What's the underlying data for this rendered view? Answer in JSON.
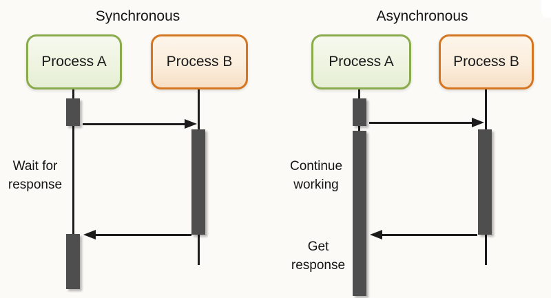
{
  "colors": {
    "background": "#fbfaf7",
    "process_a_border": "#89ab4b",
    "process_a_fill": "#eef4e0",
    "process_b_border": "#d5751f",
    "process_b_fill": "#fbeedd",
    "activation_bar": "#4e4e4e",
    "line_and_arrow": "#1c1c1c",
    "text": "#141414"
  },
  "sync": {
    "title": "Synchronous",
    "process_a": "Process A",
    "process_b": "Process B",
    "wait_label": "Wait for\nresponse"
  },
  "async": {
    "title": "Asynchronous",
    "process_a": "Process A",
    "process_b": "Process B",
    "continue_label": "Continue\nworking",
    "get_label": "Get\nresponse"
  }
}
